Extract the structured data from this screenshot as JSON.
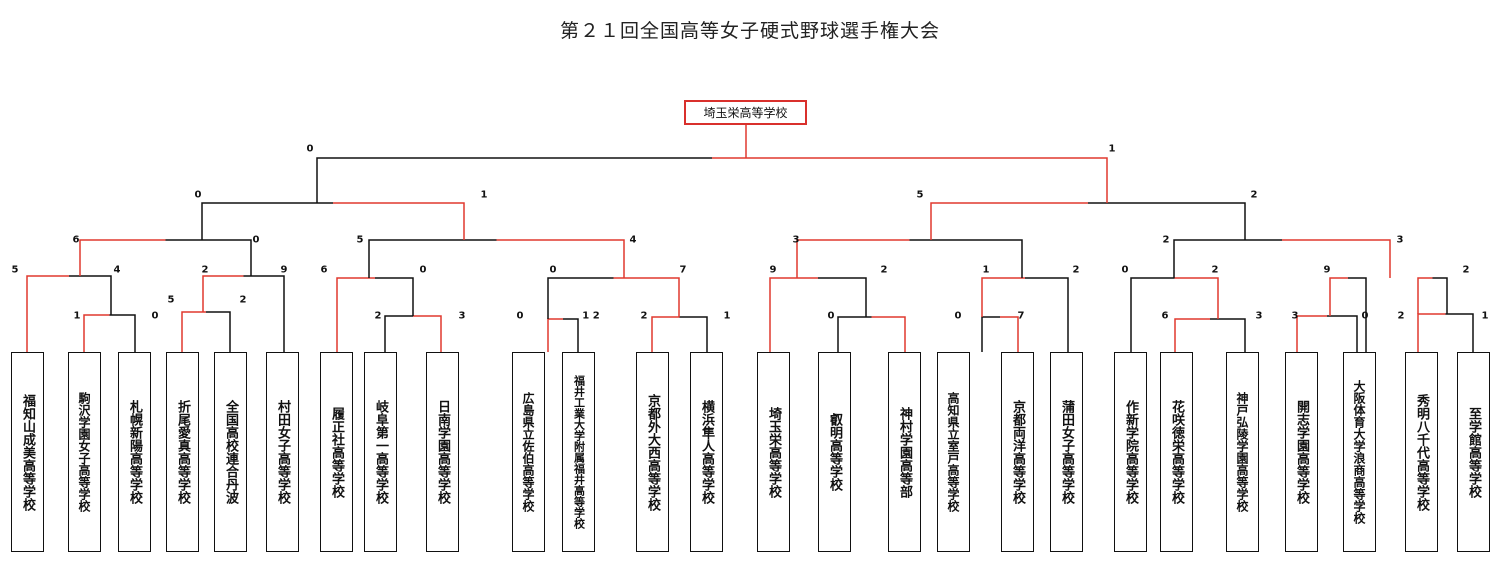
{
  "title": "第２１回全国高等女子硬式野球選手権大会",
  "champion": "埼玉栄高等学校",
  "colors": {
    "winner_line": "#e0392f",
    "loser_line": "#111111",
    "champion_border": "#d9302c"
  },
  "teams": [
    "福知山成美高等学校",
    "駒沢学園女子高等学校",
    "札幌新陽高等学校",
    "折尾愛真高等学校",
    "全国高校連合丹波",
    "村田女子高等学校",
    "履正社高等学校",
    "岐阜第一高等学校",
    "日南学園高等学校",
    "広島県立佐伯高等学校",
    "福井工業大学附属福井高等学校",
    "京都外大西高等学校",
    "横浜隼人高等学校",
    "埼玉栄高等学校",
    "叡明高等学校",
    "神村学園高等部",
    "高知県立室戸高等学校",
    "京都両洋高等学校",
    "蒲田女子高等学校",
    "作新学院高等学校",
    "花咲徳栄高等学校",
    "神戸弘陵学園高等学校",
    "開志学園高等学校",
    "大阪体育大学浪商高等学校",
    "秀明八千代高等学校",
    "至学館高等学校"
  ],
  "scores": [
    "0",
    "1",
    "0",
    "1",
    "5",
    "2",
    "6",
    "0",
    "5",
    "4",
    "3",
    "2",
    "3",
    "5",
    "4",
    "2",
    "9",
    "6",
    "0",
    "0",
    "7",
    "9",
    "2",
    "1",
    "2",
    "0",
    "2",
    "9",
    "2",
    "1",
    "0",
    "5",
    "2",
    "2",
    "3",
    "0",
    "1 2",
    "2",
    "1",
    "0",
    "0",
    "7",
    "6",
    "3",
    "3",
    "0",
    "2",
    "1"
  ]
}
